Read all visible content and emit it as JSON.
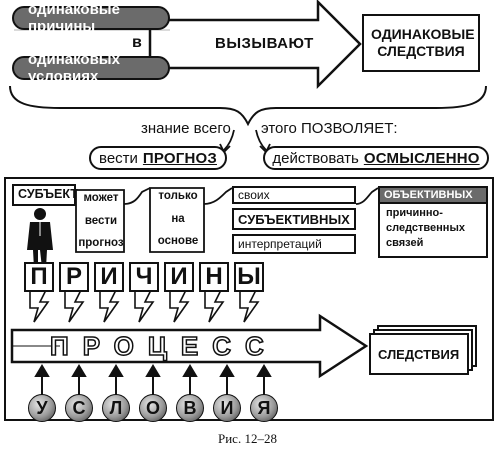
{
  "top": {
    "cause1": "одинаковые причины",
    "connector": "в",
    "cause2": "одинаковых условиях",
    "verb": "ВЫЗЫВАЮТ",
    "result": "ОДИНАКОВЫЕ СЛЕДСТВИЯ",
    "knowledge_left": "знание всего",
    "knowledge_right": "этого ПОЗВОЛЯЕТ:",
    "option1_plain": "вести",
    "option1_bold": "ПРОГНОЗ",
    "option2_plain": "действовать",
    "option2_bold": "ОСМЫСЛЕННО"
  },
  "frame": {
    "subject": "СУБЪЕКТ",
    "col1": [
      "может",
      "вести",
      "прогноз"
    ],
    "col2": [
      "только",
      "на",
      "основе"
    ],
    "col3_top": "своих",
    "col3_mid": "СУБЪЕКТИВНЫХ",
    "col3_bottom": "интерпретаций",
    "col4_top": "ОБЪЕКТИВНЫХ",
    "col4_rest": [
      "причинно-",
      "следственных",
      "связей"
    ],
    "causes": [
      "П",
      "Р",
      "И",
      "Ч",
      "И",
      "Н",
      "Ы"
    ],
    "process": "ПРОЦЕСС",
    "effects": "СЛЕДСТВИЯ",
    "conditions": [
      "У",
      "С",
      "Л",
      "О",
      "В",
      "И",
      "Я"
    ]
  },
  "caption": "Рис. 12–28"
}
